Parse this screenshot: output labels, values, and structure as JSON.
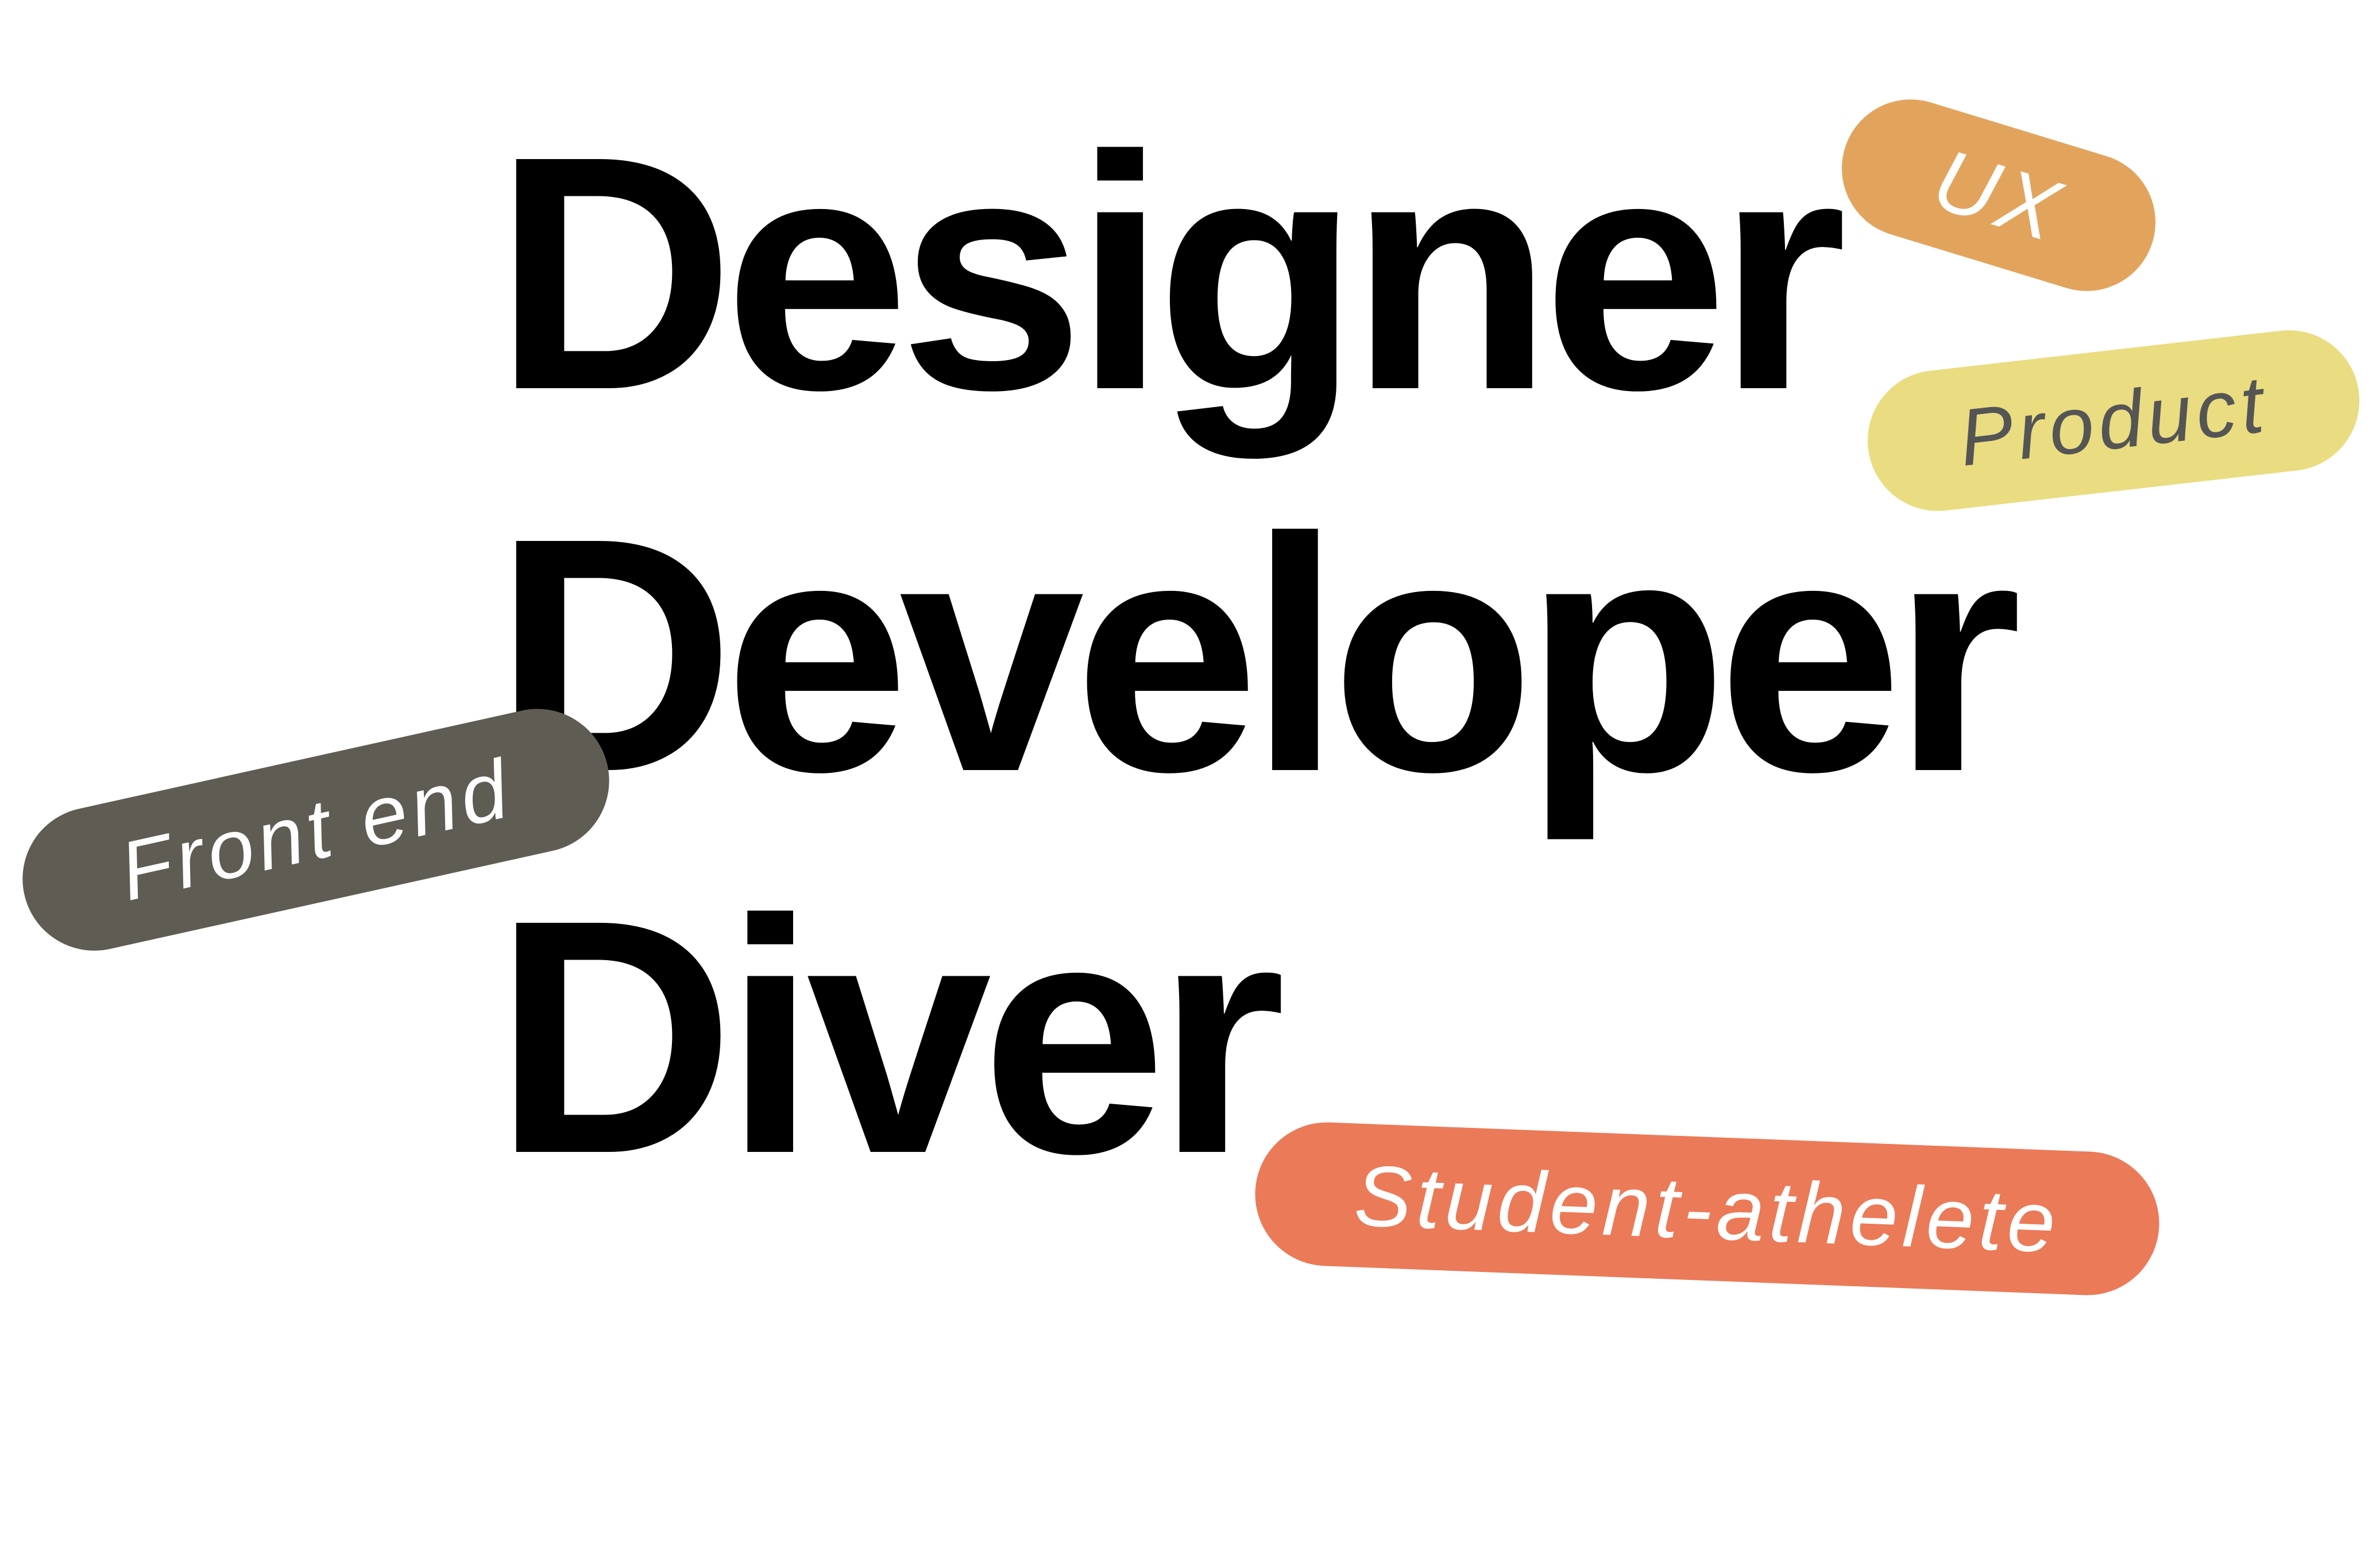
{
  "headlines": {
    "line1": "Designer",
    "line2": "Developer",
    "line3": "Diver"
  },
  "tags": {
    "ux": {
      "label": "UX",
      "background": "#E2A45D",
      "color": "#ffffff"
    },
    "product": {
      "label": "Product",
      "background": "#EADC80",
      "color": "#555555"
    },
    "front_end": {
      "label": "Front end",
      "background": "#5F5C54",
      "color": "#ffffff"
    },
    "student_athlete": {
      "label": "Student-athelete",
      "background": "#EB7A58",
      "color": "#ffffff"
    }
  },
  "colors": {
    "page_background": "#ffffff",
    "headline_text": "#000000"
  }
}
